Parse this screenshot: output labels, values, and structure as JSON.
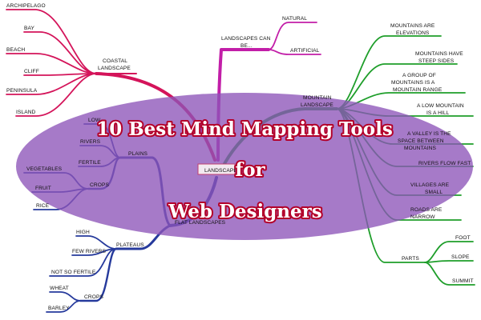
{
  "title": {
    "line1": "10 Best Mind Mapping Tools",
    "line2": "for",
    "line3": "Web Designers"
  },
  "colors": {
    "pink_branch": "#d4145a",
    "magenta_branch": "#c21ea8",
    "green_branch": "#1e9e2a",
    "blue_branch": "#263a9c",
    "overlay": "#8d55b8"
  },
  "center": {
    "label": "LANDSCAPES"
  },
  "coastal": {
    "label": "COASTAL LANDSCAPE",
    "items": [
      "ARCHIPELAGO",
      "BAY",
      "BEACH",
      "CLIFF",
      "PENINSULA",
      "ISLAND"
    ]
  },
  "landscapes_can_be": {
    "label": "LANDSCAPES CAN BE...",
    "items": [
      "NATURAL",
      "ARTIFICIAL"
    ]
  },
  "mountain": {
    "label": "MOUNTAIN LANDSCAPE",
    "items": [
      "MOUNTAINS ARE ELEVATIONS",
      "MOUNTAINS HAVE STEEP SIDES",
      "A GROUP OF MOUNTAINS IS A MOUNTAIN RANGE",
      "A LOW MOUNTAIN IS A HILL",
      "A VALLEY IS THE SPACE BETWEEN MOUNTAINS",
      "RIVERS FLOW FAST",
      "VILLAGES ARE SMALL",
      "ROADS ARE NARROW"
    ],
    "parts": {
      "label": "PARTS",
      "items": [
        "FOOT",
        "SLOPE",
        "SUMMIT"
      ]
    }
  },
  "flat": {
    "label": "FLAT LANDSCAPES",
    "plains": {
      "label": "PLAINS",
      "items": [
        "LOW",
        "RIVERS",
        "FERTILE"
      ],
      "crops": {
        "label": "CROPS",
        "items": [
          "VEGETABLES",
          "FRUIT",
          "RICE"
        ]
      }
    },
    "plateaus": {
      "label": "PLATEAUS",
      "items": [
        "HIGH",
        "FEW RIVERS",
        "NOT SO FERTILE"
      ],
      "crops": {
        "label": "CROPS",
        "items": [
          "WHEAT",
          "BARLEY"
        ]
      }
    }
  }
}
